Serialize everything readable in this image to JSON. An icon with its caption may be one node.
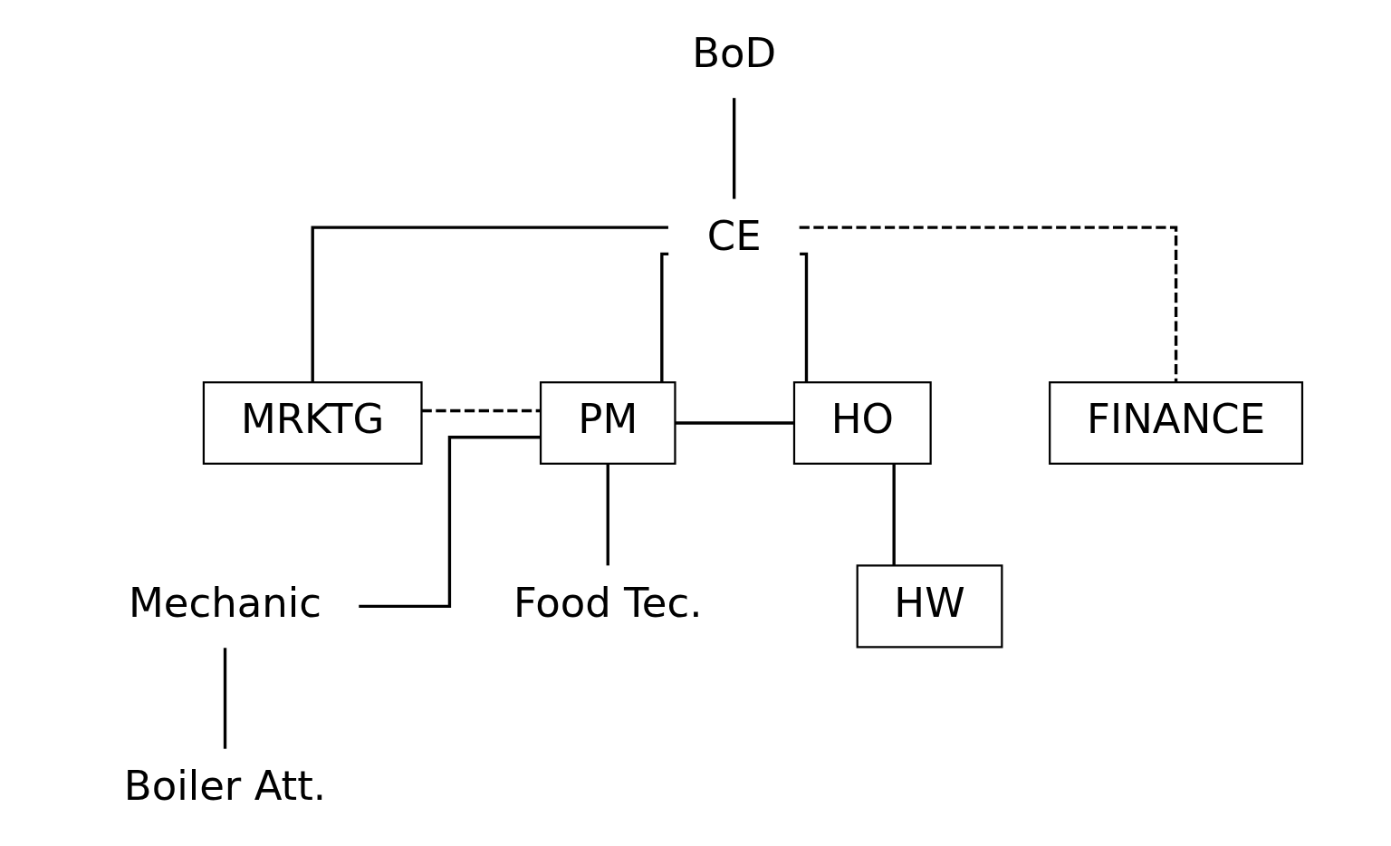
{
  "diagram": {
    "nodes": [
      {
        "text": [
          "BoD"
        ]
      },
      {
        "text": [
          "CE"
        ]
      },
      {
        "text": [
          "MRKTG"
        ]
      },
      {
        "text": [
          "PM"
        ]
      },
      {
        "text": [
          "HO"
        ]
      },
      {
        "text": [
          "FINANCE"
        ]
      },
      {
        "text": [
          "Mechanic"
        ]
      },
      {
        "text": [
          "Food Tec."
        ]
      },
      {
        "text": [
          "HW"
        ]
      },
      {
        "text": [
          "Boiler Att."
        ]
      }
    ],
    "edges": [
      {
        "from": 0,
        "to": 1,
        "arrow": "none"
      },
      {
        "from": 1,
        "to": 2,
        "arrow": "none"
      },
      {
        "from": 1,
        "to": 3,
        "arrow": "none"
      },
      {
        "from": 1,
        "to": 4,
        "arrow": "none"
      },
      {
        "from": 1,
        "to": 5,
        "arrow": "none",
        "style": "dashed"
      },
      {
        "from": 2,
        "to": 3,
        "arrow": "none",
        "style": "dashed"
      },
      {
        "from": 3,
        "to": 4,
        "arrow": "none"
      },
      {
        "from": 3,
        "to": 6,
        "arrow": "none"
      },
      {
        "from": 3,
        "to": 7,
        "arrow": "none"
      },
      {
        "from": 4,
        "to": 8,
        "arrow": "none"
      },
      {
        "from": 6,
        "to": 9,
        "arrow": "none"
      }
    ]
  }
}
